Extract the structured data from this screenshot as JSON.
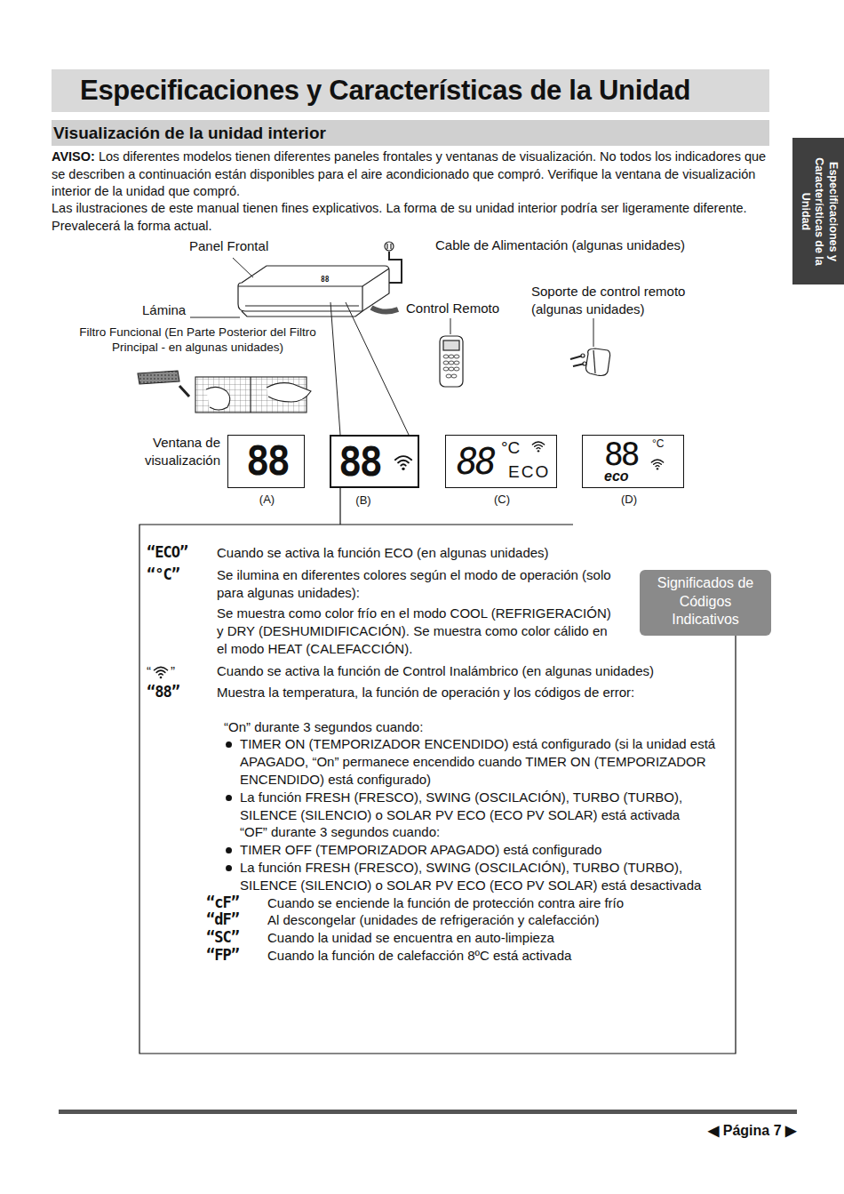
{
  "diagram": {
    "title": "Especificaciones y Características de la Unidad",
    "nodes": [
      {
        "text": [
          "Visualización de la unidad interior"
        ]
      },
      {
        "text": [
          "Especificaciones y Características de la Unidad"
        ]
      },
      {
        "text": [
          "88",
          "(A)"
        ]
      },
      {
        "text": [
          "88",
          "(B)"
        ]
      },
      {
        "text": [
          "88",
          "°C",
          "ECO",
          "(C)"
        ]
      },
      {
        "text": [
          "88",
          "°C",
          "eco",
          "(D)"
        ]
      },
      {
        "text": [
          "“ECO”",
          "Cuando se activa la función ECO (en algunas unidades)",
          "“°C”",
          "Se ilumina en diferentes colores según el modo de operación (solo para algunas unidades):",
          "Se muestra como color frío en el modo COOL (REFRIGERACIÓN) y DRY (DESHUMIDIFICACIÓN). Se muestra como color cálido en el modo HEAT (CALEFACCIÓN).",
          "“",
          "”",
          "Cuando se activa la función de Control Inalámbrico (en algunas unidades)",
          "“88”",
          "Muestra la temperatura, la función de operación y los códigos de error:",
          "“On” durante 3 segundos cuando:",
          "TIMER ON (TEMPORIZADOR ENCENDIDO) está configurado (si la unidad está APAGADO, “On” permanece encendido cuando TIMER ON (TEMPORIZADOR ENCENDIDO) está configurado)",
          "La función FRESH (FRESCO), SWING (OSCILACIÓN), TURBO (TURBO), SILENCE (SILENCIO) o SOLAR PV ECO (ECO PV SOLAR) está activada",
          "“OF” durante 3 segundos cuando:",
          "TIMER OFF (TEMPORIZADOR APAGADO) está configurado",
          "La función FRESH (FRESCO), SWING (OSCILACIÓN), TURBO (TURBO), SILENCE (SILENCIO) o SOLAR PV ECO (ECO PV SOLAR) está desactivada",
          "“cF”",
          "Cuando se enciende la función de protección contra aire frío",
          "“dF”",
          "Al descongelar (unidades de refrigeración y calefacción)",
          "“SC”",
          "Cuando la unidad se encuentra en auto-limpieza",
          "“FP”",
          "Cuando la función de calefacción 8ºC está activada"
        ]
      },
      {
        "text": [
          "Significados de Códigos Indicativos"
        ]
      }
    ],
    "edges": [
      {
        "from": 3,
        "to": 6,
        "arrow": "none"
      }
    ],
    "labels": [
      "AVISO:",
      "Los diferentes modelos tienen diferentes paneles frontales y ventanas de visualización. No todos los indicadores que se describen a continuación están disponibles para el aire acondicionado que compró. Verifique la ventana de visualización interior de la unidad que compró.",
      "Las ilustraciones de este manual tienen fines explicativos. La forma de su unidad interior podría ser ligeramente diferente. Prevalecerá la forma actual.",
      "Panel Frontal",
      "Cable de Alimentación (algunas unidades)",
      "88",
      "Lámina",
      "Control Remoto",
      "Soporte de control remoto (algunas unidades)",
      "Filtro Funcional (En Parte Posterior del Filtro Principal - en algunas unidades)",
      "Ventana de visualización",
      "◀ Página 7 ▶"
    ]
  }
}
